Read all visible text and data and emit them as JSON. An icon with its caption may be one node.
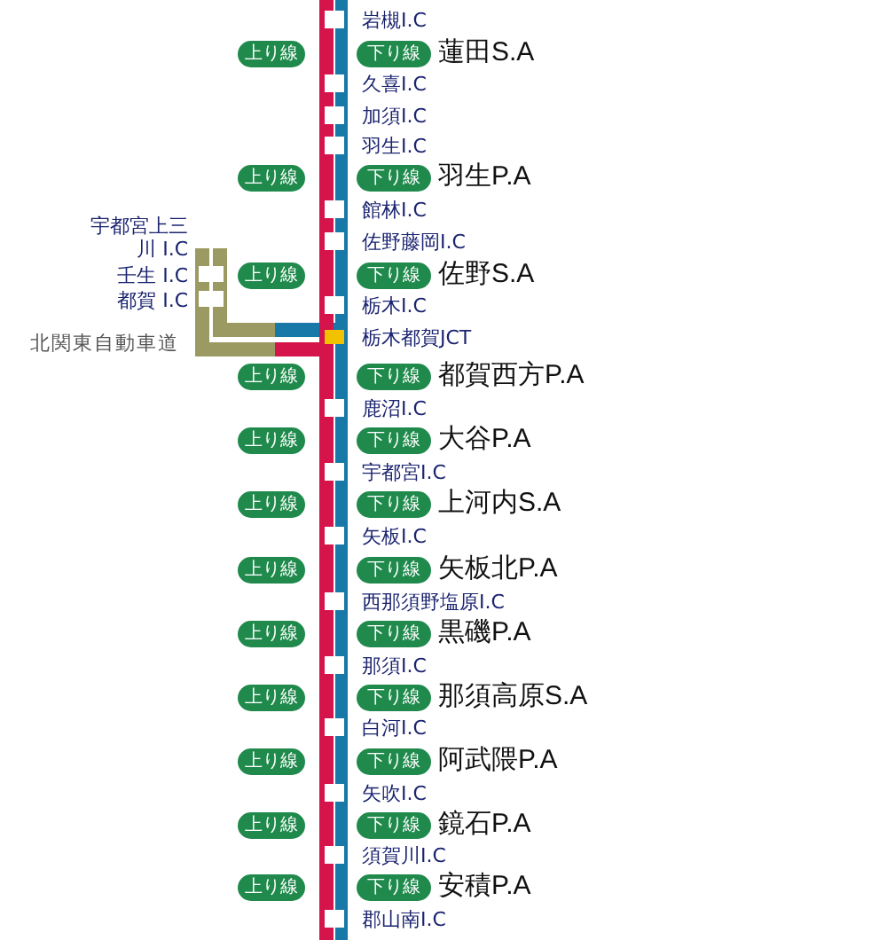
{
  "diagram": {
    "nodes": [
      {
        "text": [
          "上り線"
        ]
      },
      {
        "text": [
          "下り線"
        ],
        "beside": [
          "蓮田S.A"
        ]
      },
      {
        "text": [
          "上り線"
        ]
      },
      {
        "text": [
          "下り線"
        ],
        "beside": [
          "羽生P.A"
        ]
      },
      {
        "text": [
          "上り線"
        ]
      },
      {
        "text": [
          "下り線"
        ],
        "beside": [
          "佐野S.A"
        ]
      },
      {
        "text": [
          "上り線"
        ]
      },
      {
        "text": [
          "下り線"
        ],
        "beside": [
          "都賀西方P.A"
        ]
      },
      {
        "text": [
          "上り線"
        ]
      },
      {
        "text": [
          "下り線"
        ],
        "beside": [
          "大谷P.A"
        ]
      },
      {
        "text": [
          "上り線"
        ]
      },
      {
        "text": [
          "下り線"
        ],
        "beside": [
          "上河内S.A"
        ]
      },
      {
        "text": [
          "上り線"
        ]
      },
      {
        "text": [
          "下り線"
        ],
        "beside": [
          "矢板北P.A"
        ]
      },
      {
        "text": [
          "上り線"
        ]
      },
      {
        "text": [
          "下り線"
        ],
        "beside": [
          "黒磯P.A"
        ]
      },
      {
        "text": [
          "上り線"
        ]
      },
      {
        "text": [
          "下り線"
        ],
        "beside": [
          "那須高原S.A"
        ]
      },
      {
        "text": [
          "上り線"
        ]
      },
      {
        "text": [
          "下り線"
        ],
        "beside": [
          "阿武隈P.A"
        ]
      },
      {
        "text": [
          "上り線"
        ]
      },
      {
        "text": [
          "下り線"
        ],
        "beside": [
          "鏡石P.A"
        ]
      },
      {
        "text": [
          "上り線"
        ]
      },
      {
        "text": [
          "下り線"
        ],
        "beside": [
          "安積P.A"
        ]
      }
    ],
    "labels": [
      "岩槻I.C",
      "久喜I.C",
      "加須I.C",
      "羽生I.C",
      "館林I.C",
      "佐野藤岡I.C",
      "宇都宮上三川 I.C",
      "壬生 I.C",
      "都賀 I.C",
      "栃木I.C",
      "北関東自動車道",
      "栃木都賀JCT",
      "鹿沼I.C",
      "宇都宮I.C",
      "矢板I.C",
      "西那須野塩原I.C",
      "那須I.C",
      "白河I.C",
      "矢吹I.C",
      "須賀川I.C",
      "郡山南I.C"
    ]
  }
}
